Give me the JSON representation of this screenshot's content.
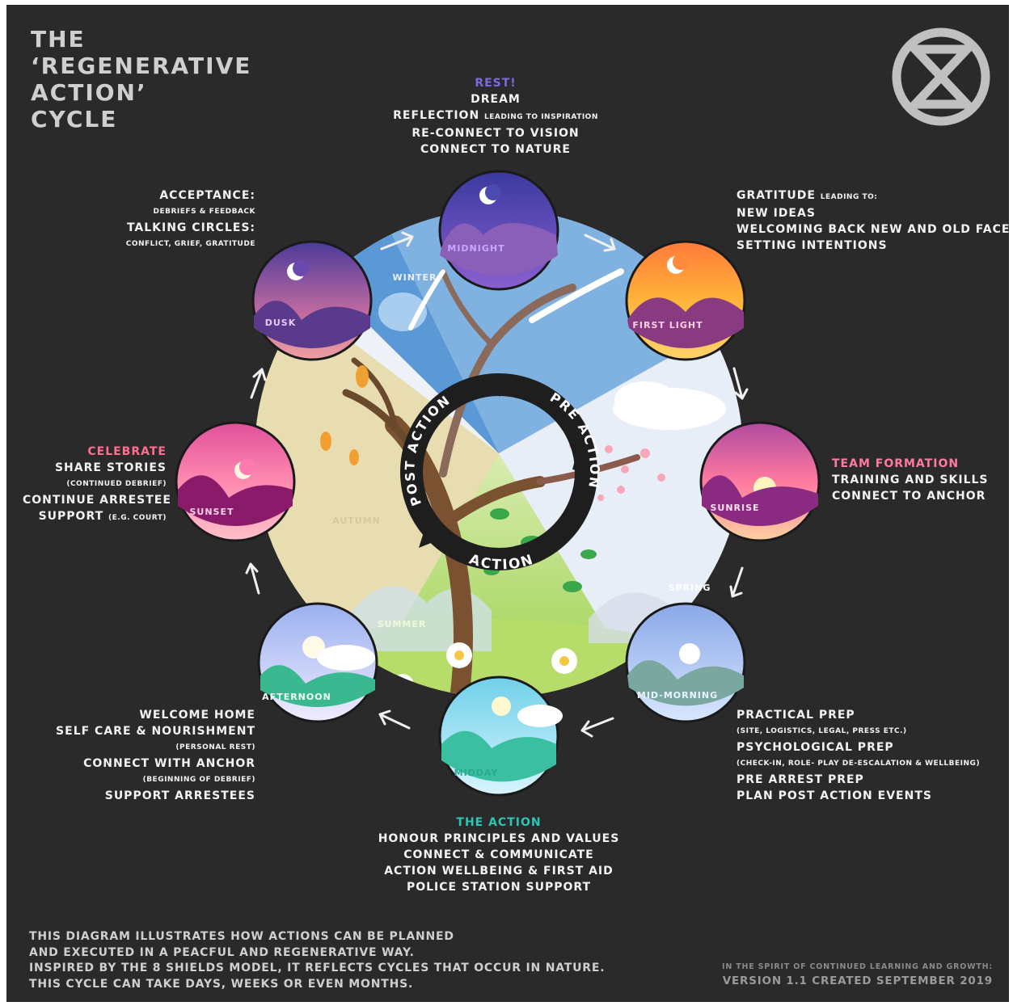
{
  "title_lines": [
    "THE",
    "‘REGENERATIVE",
    "ACTION’",
    "CYCLE"
  ],
  "colors": {
    "background": "#2a2a2a",
    "purple": "#6a5acd",
    "pink": "#ff6f91",
    "teal": "#2ec4b6",
    "arrow": "#f0f0f0"
  },
  "icons": {
    "logo": "extinction-rebellion-hourglass-icon",
    "arrows": "arrow-icon"
  },
  "seasons": {
    "winter": "WINTER",
    "spring": "SPRING",
    "summer": "SUMMER",
    "autumn": "AUTUMN"
  },
  "inner_cycle": {
    "post": "POST ACTION",
    "pre": "PRE ACTION",
    "action": "ACTION"
  },
  "phases": {
    "midnight": "MIDNIGHT",
    "first_light": "FIRST LIGHT",
    "sunrise": "SUNRISE",
    "mid_morning": "MID-MORNING",
    "midday": "MIDDAY",
    "afternoon": "AFTERNOON",
    "sunset": "SUNSET",
    "dusk": "DUSK"
  },
  "blocks": {
    "rest": {
      "heading": "REST!",
      "l1": "DREAM",
      "l2a": "REFLECTION ",
      "l2b": "LEADING TO INSPIRATION",
      "l3": "RE-CONNECT TO VISION",
      "l4": "CONNECT TO NATURE"
    },
    "gratitude": {
      "l1a": "GRATITUDE ",
      "l1b": "LEADING TO:",
      "l2": "NEW IDEAS",
      "l3": "WELCOMING BACK NEW AND OLD FACES",
      "l4": "SETTING INTENTIONS"
    },
    "team": {
      "heading": "TEAM FORMATION",
      "l1": "TRAINING AND SKILLS",
      "l2": "CONNECT TO ANCHOR"
    },
    "prep": {
      "l1": "PRACTICAL PREP",
      "l2": "(SITE, LOGISTICS, LEGAL, PRESS ETC.)",
      "l3": "PSYCHOLOGICAL PREP",
      "l4": "(CHECK-IN, ROLE- PLAY DE-ESCALATION & WELLBEING)",
      "l5": "PRE ARREST PREP",
      "l6": "PLAN POST ACTION EVENTS"
    },
    "action": {
      "heading": "THE ACTION",
      "l1": "HONOUR PRINCIPLES AND VALUES",
      "l2": "CONNECT & COMMUNICATE",
      "l3": "ACTION WELLBEING & FIRST AID",
      "l4": "POLICE STATION SUPPORT"
    },
    "welcome": {
      "l1": "WELCOME HOME",
      "l2": "SELF CARE & NOURISHMENT",
      "l3": "(PERSONAL REST)",
      "l4": "CONNECT WITH ANCHOR",
      "l5": "(BEGINNING OF DEBRIEF)",
      "l6": "SUPPORT ARRESTEES"
    },
    "celebrate": {
      "heading": "CELEBRATE",
      "l1": "SHARE STORIES",
      "l2": "(CONTINUED DEBRIEF)",
      "l3": "CONTINUE ARRESTEE",
      "l4a": "SUPPORT ",
      "l4b": "(E.G. COURT)"
    },
    "acceptance": {
      "l1": "ACCEPTANCE:",
      "l2": "DEBRIEFS & FEEDBACK",
      "l3": "TALKING CIRCLES:",
      "l4": "CONFLICT, GRIEF, GRATITUDE"
    }
  },
  "footer_lines": [
    "THIS DIAGRAM ILLUSTRATES HOW ACTIONS CAN BE PLANNED",
    "AND EXECUTED IN A PEACFUL AND REGENERATIVE WAY.",
    "INSPIRED BY THE 8 SHIELDS MODEL, IT REFLECTS CYCLES THAT OCCUR IN NATURE.",
    "THIS CYCLE CAN TAKE DAYS, WEEKS OR EVEN MONTHS."
  ],
  "credits": {
    "line1": "IN THE SPIRIT OF CONTINUED LEARNING AND GROWTH:",
    "line2": "VERSION 1.1 CREATED SEPTEMBER 2019"
  }
}
